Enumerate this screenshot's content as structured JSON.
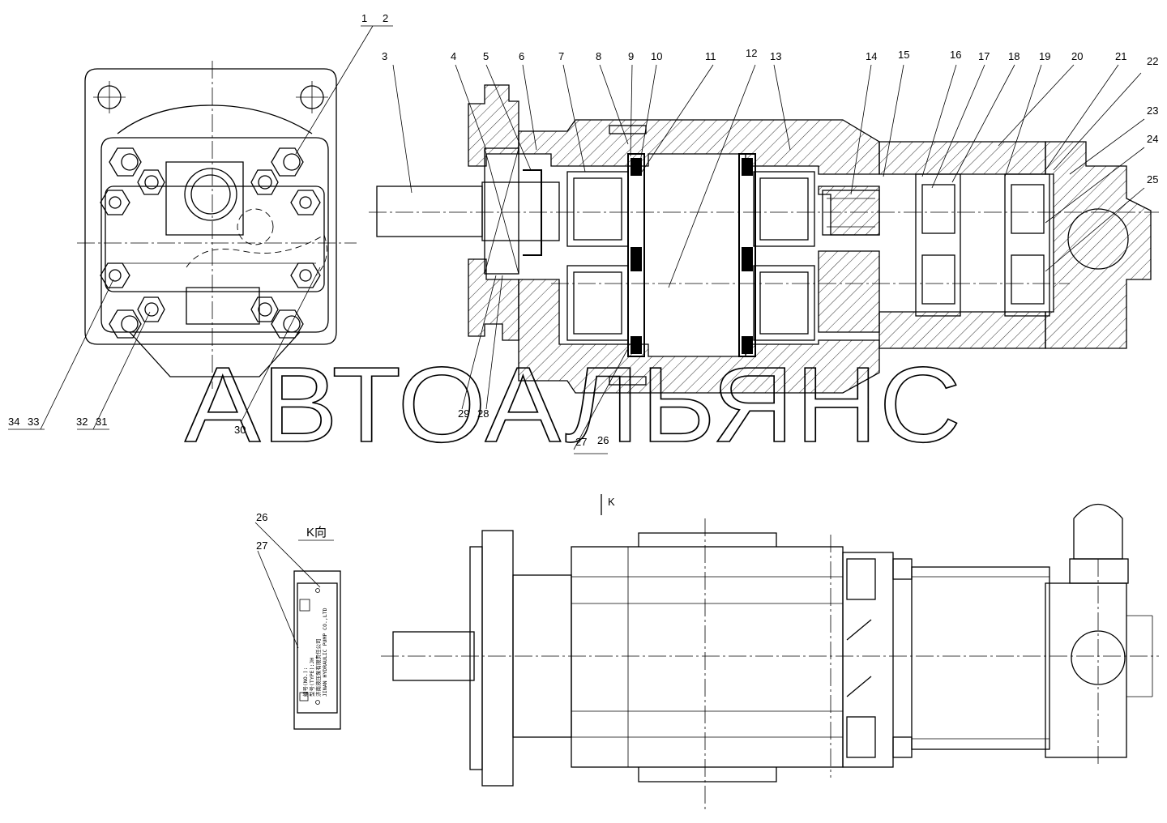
{
  "callouts": [
    {
      "id": "c1",
      "label": "1"
    },
    {
      "id": "c2",
      "label": "2"
    },
    {
      "id": "c3",
      "label": "3"
    },
    {
      "id": "c4",
      "label": "4"
    },
    {
      "id": "c5",
      "label": "5"
    },
    {
      "id": "c6",
      "label": "6"
    },
    {
      "id": "c7",
      "label": "7"
    },
    {
      "id": "c8",
      "label": "8"
    },
    {
      "id": "c9",
      "label": "9"
    },
    {
      "id": "c10",
      "label": "10"
    },
    {
      "id": "c11",
      "label": "11"
    },
    {
      "id": "c12",
      "label": "12"
    },
    {
      "id": "c13",
      "label": "13"
    },
    {
      "id": "c14",
      "label": "14"
    },
    {
      "id": "c15",
      "label": "15"
    },
    {
      "id": "c16",
      "label": "16"
    },
    {
      "id": "c17",
      "label": "17"
    },
    {
      "id": "c18",
      "label": "18"
    },
    {
      "id": "c19",
      "label": "19"
    },
    {
      "id": "c20",
      "label": "20"
    },
    {
      "id": "c21",
      "label": "21"
    },
    {
      "id": "c22",
      "label": "22"
    },
    {
      "id": "c23",
      "label": "23"
    },
    {
      "id": "c24",
      "label": "24"
    },
    {
      "id": "c25",
      "label": "25"
    },
    {
      "id": "c26",
      "label": "26"
    },
    {
      "id": "c27",
      "label": "27"
    },
    {
      "id": "c28",
      "label": "28"
    },
    {
      "id": "c29",
      "label": "29"
    },
    {
      "id": "c30",
      "label": "30"
    },
    {
      "id": "c31",
      "label": "31"
    },
    {
      "id": "c32",
      "label": "32"
    },
    {
      "id": "c33",
      "label": "33"
    },
    {
      "id": "c34",
      "label": "34"
    },
    {
      "id": "c26b",
      "label": "26"
    },
    {
      "id": "c27b",
      "label": "27"
    }
  ],
  "view_labels": {
    "k_view": "K向",
    "section_mark": "K"
  },
  "nameplate": {
    "line1": "编号(NO.):",
    "line2": "型号(TYPE):JH",
    "line3": "济南液压泵有限责任公司",
    "line4": "JINAN HYDRAULIC PUMP CO.,LTD"
  },
  "watermark": "АВТОАЛЬЯНС"
}
